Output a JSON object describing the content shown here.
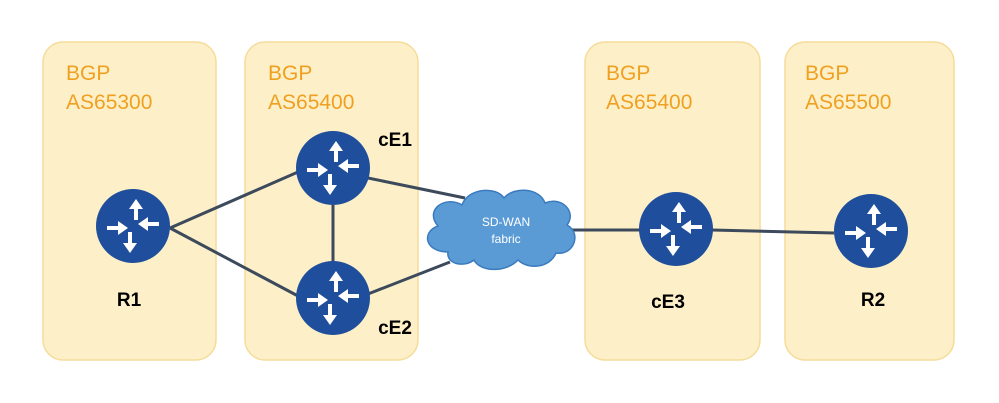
{
  "colors": {
    "as_box_fill": "#fdf0c8",
    "as_box_stroke": "#f5dc9a",
    "as_text": "#f0a020",
    "router_fill": "#1f4e9c",
    "router_arrow": "#ffffff",
    "link": "#3c4a5c",
    "cloud_fill": "#5b9bd5",
    "cloud_stroke": "#3a7bbf"
  },
  "as_boxes": [
    {
      "line1": "BGP",
      "line2": "AS65300"
    },
    {
      "line1": "BGP",
      "line2": "AS65400"
    },
    {
      "line1": "BGP",
      "line2": "AS65400"
    },
    {
      "line1": "BGP",
      "line2": "AS65500"
    }
  ],
  "routers": [
    {
      "id": "R1",
      "label": "R1",
      "icon": "router-icon"
    },
    {
      "id": "cE1",
      "label": "cE1",
      "icon": "router-icon"
    },
    {
      "id": "cE2",
      "label": "cE2",
      "icon": "router-icon"
    },
    {
      "id": "cE3",
      "label": "cE3",
      "icon": "router-icon"
    },
    {
      "id": "R2",
      "label": "R2",
      "icon": "router-icon"
    }
  ],
  "cloud": {
    "line1": "SD-WAN",
    "line2": "fabric",
    "icon": "cloud-icon"
  },
  "links": [
    [
      "R1",
      "cE1"
    ],
    [
      "R1",
      "cE2"
    ],
    [
      "cE1",
      "cE2"
    ],
    [
      "cE1",
      "cloud"
    ],
    [
      "cE2",
      "cloud"
    ],
    [
      "cloud",
      "cE3"
    ],
    [
      "cE3",
      "R2"
    ]
  ]
}
